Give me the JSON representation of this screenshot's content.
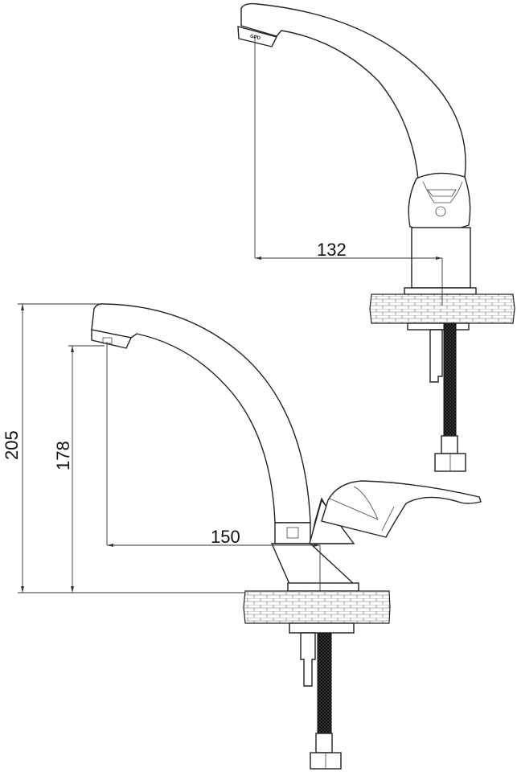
{
  "drawing": {
    "aerator_marking": "GPD",
    "dimensions": {
      "front_reach": "132",
      "side_reach": "150",
      "total_height": "205",
      "spout_height": "178"
    },
    "colors": {
      "line": "#222222",
      "hose": "#111111",
      "background": "#ffffff"
    }
  }
}
